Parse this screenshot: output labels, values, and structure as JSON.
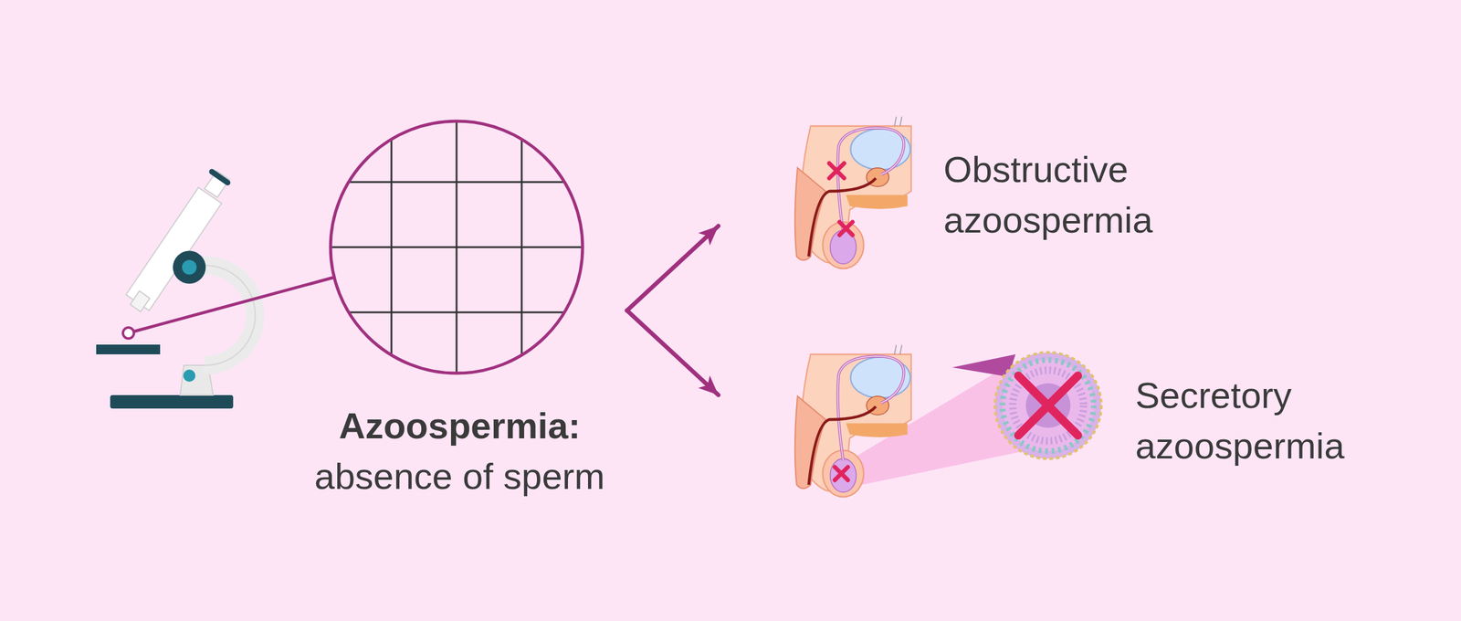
{
  "diagram": {
    "nodes": [
      {
        "text": [
          "Azoospermia:",
          "absence of sperm"
        ]
      },
      {
        "text": [
          "Obstructive azoospermia"
        ]
      },
      {
        "text": [
          "Secretory azoospermia"
        ]
      }
    ],
    "edges": [
      {
        "from": 0,
        "to": 1,
        "arrow": "to"
      },
      {
        "from": 0,
        "to": 2,
        "arrow": "to"
      }
    ]
  }
}
